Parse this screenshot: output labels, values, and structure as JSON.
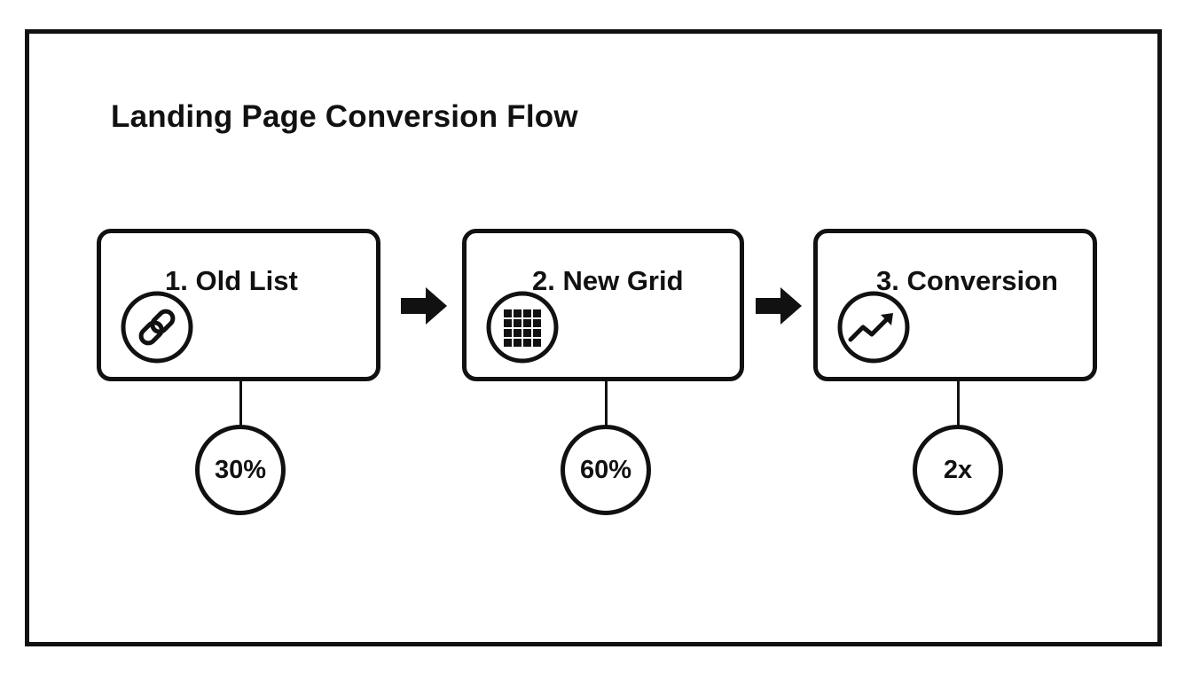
{
  "title": "Landing Page Conversion Flow",
  "steps": [
    {
      "label": "1. Old List",
      "icon": "link-icon",
      "metric": "30%"
    },
    {
      "label": "2. New Grid",
      "icon": "grid-icon",
      "metric": "60%"
    },
    {
      "label": "3. Conversion",
      "icon": "trend-up-icon",
      "metric": "2x"
    }
  ],
  "colors": {
    "ink": "#111111",
    "background": "#ffffff"
  }
}
